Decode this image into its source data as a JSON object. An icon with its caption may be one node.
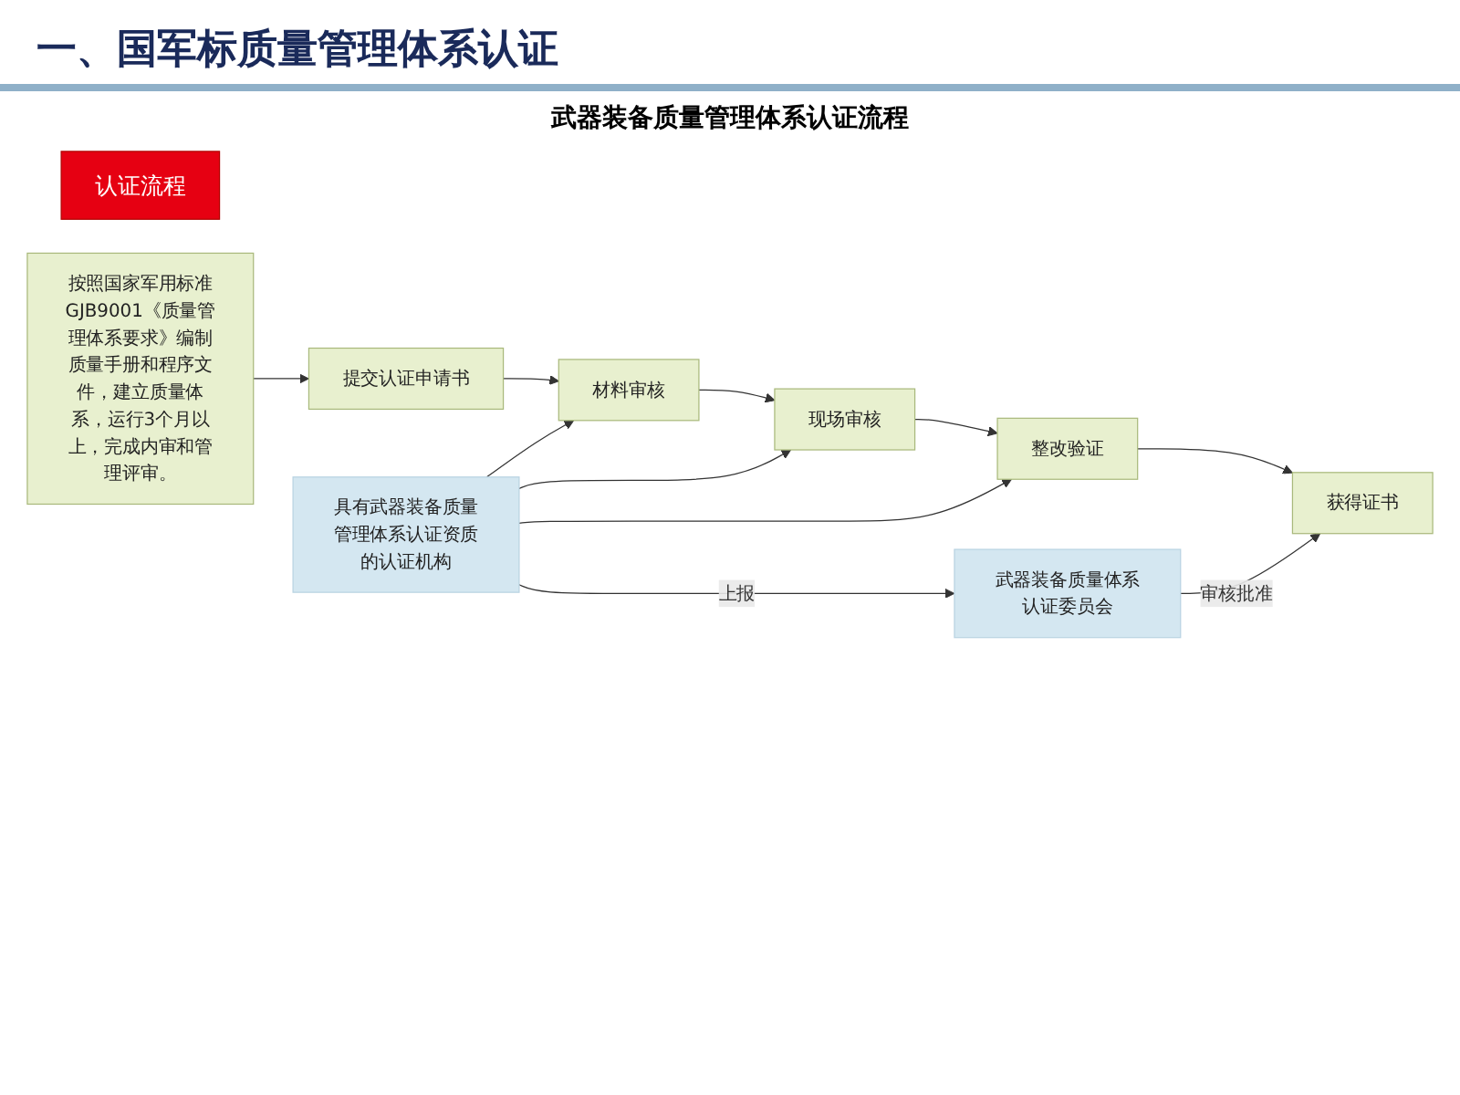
{
  "diagram": {
    "title": "一、国军标质量管理体系认证",
    "nodes": [
      {
        "text": [
          "认证流程"
        ]
      },
      {
        "text": [
          "具有武器装备质量管理体系认证资质的认证机构"
        ]
      },
      {
        "text": [
          "武器装备质量体系认证委员会"
        ]
      },
      {
        "text": [
          "按照国家军用标准GJB9001《质量管理体系要求》编制质量手册和程序文件，建立质量体系，运行3个月以上，完成内审和管理评审。"
        ]
      },
      {
        "text": [
          "提交认证申请书"
        ]
      },
      {
        "text": [
          "材料审核"
        ]
      },
      {
        "text": [
          "现场审核"
        ]
      },
      {
        "text": [
          "整改验证"
        ]
      },
      {
        "text": [
          "获得证书"
        ]
      }
    ],
    "edges": [
      {
        "from": 1,
        "to": 2,
        "arrow": "to",
        "label": "上报"
      },
      {
        "from": 3,
        "to": 4,
        "arrow": "to"
      },
      {
        "from": 4,
        "to": 5,
        "arrow": "to"
      },
      {
        "from": 5,
        "to": 6,
        "arrow": "to"
      },
      {
        "from": 6,
        "to": 7,
        "arrow": "to"
      },
      {
        "from": 7,
        "to": 8,
        "arrow": "to"
      },
      {
        "from": 1,
        "to": 5,
        "arrow": "to"
      },
      {
        "from": 1,
        "to": 6,
        "arrow": "to"
      },
      {
        "from": 1,
        "to": 7,
        "arrow": "to"
      },
      {
        "from": 2,
        "to": 8,
        "arrow": "to",
        "label": "审核批准"
      }
    ],
    "labels": [
      "武器装备质量管理体系认证流程"
    ]
  }
}
